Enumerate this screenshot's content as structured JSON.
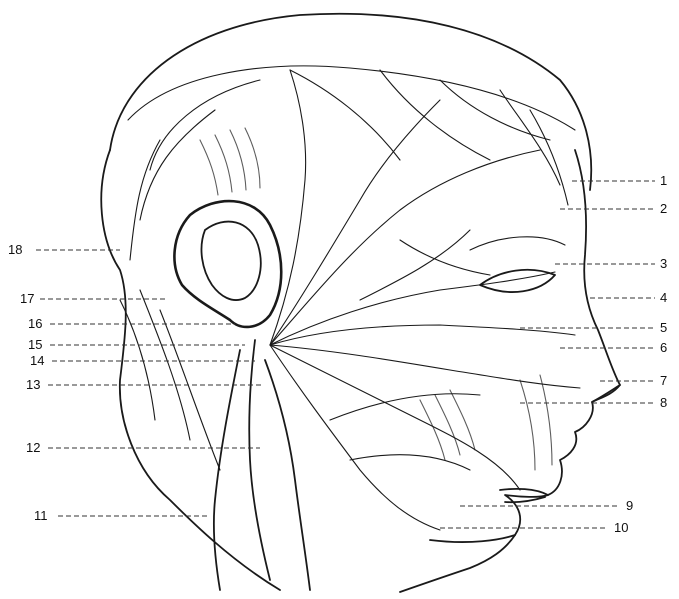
{
  "figure": {
    "labels": {
      "l1": "1",
      "l2": "2",
      "l3": "3",
      "l4": "4",
      "l5": "5",
      "l6": "6",
      "l7": "7",
      "l8": "8",
      "l9": "9",
      "l10": "10",
      "l11": "11",
      "l12": "12",
      "l13": "13",
      "l14": "14",
      "l15": "15",
      "l16": "16",
      "l17": "17",
      "l18": "18"
    },
    "ink_color": "#1a1a1a",
    "background": "#ffffff"
  }
}
